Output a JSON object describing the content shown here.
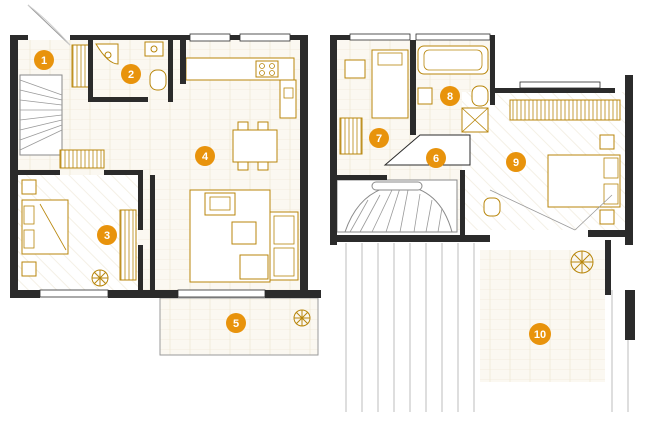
{
  "diagram": {
    "wall_color": "#2b2b2b",
    "furniture_color": "#b8860b",
    "accent_color": "#e8930c",
    "tile_color": "#f7f3ea"
  },
  "rooms": [
    {
      "id": "1",
      "label": "1"
    },
    {
      "id": "2",
      "label": "2"
    },
    {
      "id": "3",
      "label": "3"
    },
    {
      "id": "4",
      "label": "4"
    },
    {
      "id": "5",
      "label": "5"
    },
    {
      "id": "6",
      "label": "6"
    },
    {
      "id": "7",
      "label": "7"
    },
    {
      "id": "8",
      "label": "8"
    },
    {
      "id": "9",
      "label": "9"
    },
    {
      "id": "10",
      "label": "10"
    }
  ]
}
